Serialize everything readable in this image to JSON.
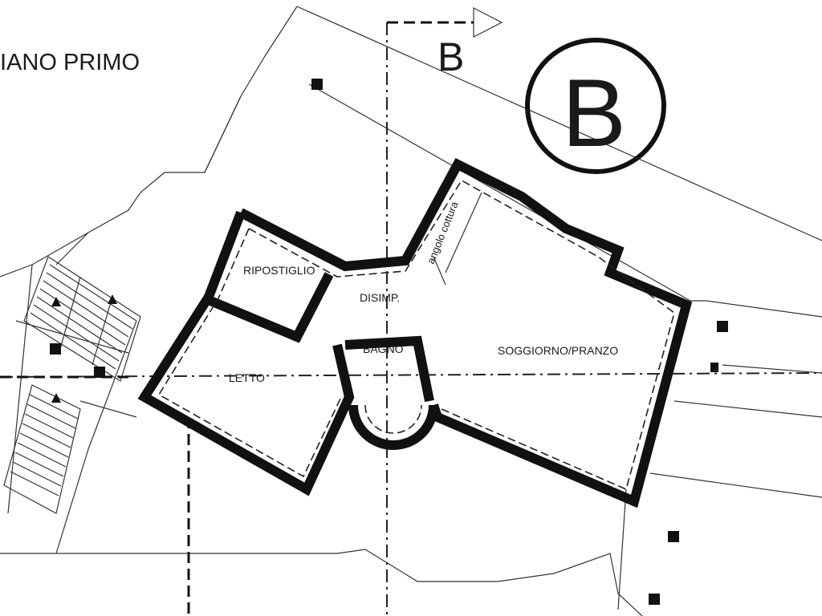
{
  "drawing": {
    "floor_title": "IANO PRIMO",
    "section_marker": "B",
    "sheet_badge": "B"
  },
  "rooms": {
    "ripostiglio": "RIPOSTIGLIO",
    "disimpegno": "DISIMP.",
    "bagno": "BAGNO",
    "letto": "LETTO",
    "soggiorno": "SOGGIORNO/PRANZO",
    "angolo_cottura": "angolo cottura"
  },
  "colors": {
    "ink": "#111111",
    "paper": "#ffffff"
  }
}
